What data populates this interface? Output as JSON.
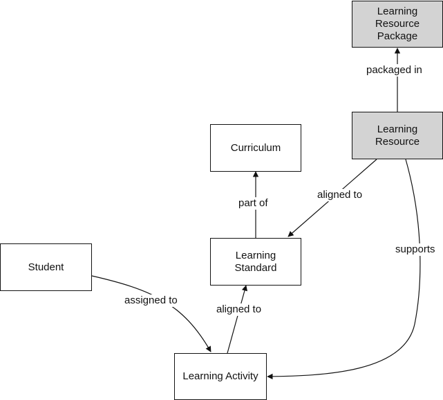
{
  "nodes": {
    "learning_resource_package": "Learning\nResource\nPackage",
    "learning_resource": "Learning\nResource",
    "curriculum": "Curriculum",
    "learning_standard": "Learning\nStandard",
    "student": "Student",
    "learning_activity": "Learning Activity"
  },
  "edges": {
    "packaged_in": "packaged in",
    "part_of": "part of",
    "resource_aligned_to": "aligned to",
    "supports": "supports",
    "assigned_to": "assigned to",
    "activity_aligned_to": "aligned to"
  }
}
